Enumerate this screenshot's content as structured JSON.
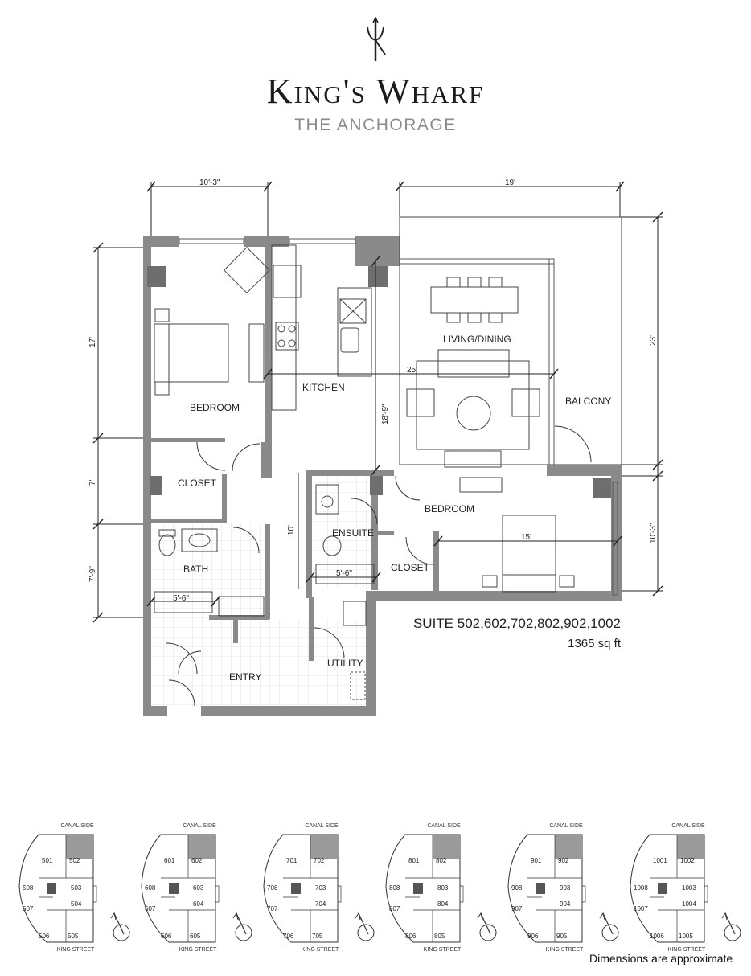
{
  "brand": {
    "title": "King's Wharf",
    "subtitle": "THE ANCHORAGE"
  },
  "rooms": {
    "bedroom1": "BEDROOM",
    "closet1": "CLOSET",
    "bath": "BATH",
    "entry": "ENTRY",
    "kitchen": "KITCHEN",
    "living": "LIVING/DINING",
    "balcony": "BALCONY",
    "bedroom2": "BEDROOM",
    "ensuite": "ENSUITE",
    "closet2": "CLOSET",
    "utility": "UTILITY"
  },
  "dimensions": {
    "top_left": "10'-3\"",
    "top_right": "19'",
    "left_upper": "17'",
    "left_mid": "7'",
    "left_lower": "7'-9\"",
    "right_upper": "23'",
    "right_lower": "10'-3\"",
    "living_width": "25'",
    "living_depth": "18'-9\"",
    "bedroom2_width": "15'",
    "ensuite_height": "10'",
    "ensuite_tub": "5'-6\"",
    "bath_tub": "5'-6\""
  },
  "suite": {
    "name": "SUITE 502,602,702,802,902,1002",
    "area": "1365 sq ft"
  },
  "keyplan_common": {
    "top_label": "CANAL SIDE",
    "bottom_label": "KING STREET"
  },
  "keyplans": [
    {
      "units": [
        "501",
        "502",
        "508",
        "503",
        "507",
        "504",
        "506",
        "505"
      ]
    },
    {
      "units": [
        "601",
        "602",
        "608",
        "603",
        "607",
        "604",
        "606",
        "605"
      ]
    },
    {
      "units": [
        "701",
        "702",
        "708",
        "703",
        "707",
        "704",
        "706",
        "705"
      ]
    },
    {
      "units": [
        "801",
        "802",
        "808",
        "803",
        "807",
        "804",
        "806",
        "805"
      ]
    },
    {
      "units": [
        "901",
        "902",
        "908",
        "903",
        "907",
        "904",
        "906",
        "905"
      ]
    },
    {
      "units": [
        "1001",
        "1002",
        "1008",
        "1003",
        "1007",
        "1004",
        "1006",
        "1005"
      ]
    }
  ],
  "note": "Dimensions are approximate",
  "colors": {
    "wall": "#8a8a8a",
    "wall_dark": "#6e6e6e",
    "line": "#222222",
    "highlight": "#9a9a9a"
  }
}
